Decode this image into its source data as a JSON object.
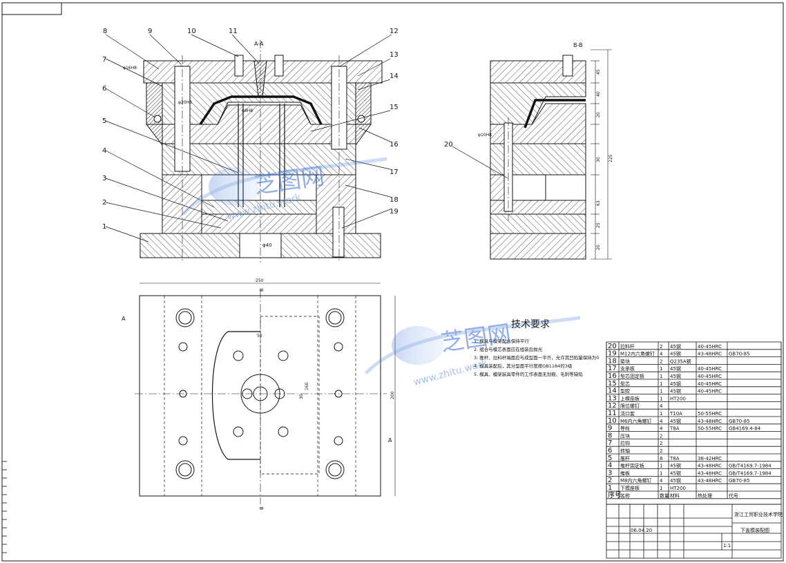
{
  "sections": {
    "a_a": "A-A",
    "b_b": "B-B",
    "a_left": "A",
    "a_right": "A",
    "b_top": "B",
    "b_bottom": "B"
  },
  "callouts": [
    "1",
    "2",
    "3",
    "4",
    "5",
    "6",
    "7",
    "8",
    "9",
    "10",
    "11",
    "12",
    "13",
    "14",
    "15",
    "16",
    "17",
    "18",
    "19",
    "20"
  ],
  "dims": {
    "d40": "φ40",
    "d20": "φ20H8",
    "d16": "φ16H8",
    "d8": "φ8H8",
    "d10": "φ10H8",
    "w250": "250",
    "h200": "200",
    "d50": "50",
    "d160": "160",
    "d30": "30",
    "d225": "225",
    "side_dims": [
      "45",
      "40",
      "20",
      "30",
      "63",
      "25",
      "20"
    ]
  },
  "tech": {
    "title": "技术要求",
    "items": [
      "1. 模具与模架配合保持平行",
      "2. 组合与模芯表面应在组装后抛光",
      "3. 推杆、拉料杆端面应与成型面一平齐，允许其凹陷量保持为0",
      "4. 模具装配后，其分型面平行度按GB1184的3级",
      "5. 模具、模架装具零件的工作表面无划痕、毛刺等缺陷"
    ]
  },
  "watermark": {
    "brand": "芝图网",
    "url": "www.zhitu.work"
  },
  "bom": {
    "rows": [
      [
        "20",
        "拉料杆",
        "2",
        "45钢",
        "40-45HRC",
        ""
      ],
      [
        "19",
        "M12内六角螺钉",
        "4",
        "45钢",
        "43-48HRC",
        "GB70-85"
      ],
      [
        "18",
        "垫块",
        "2",
        "Q235A钢",
        "",
        ""
      ],
      [
        "17",
        "支承板",
        "1",
        "45钢",
        "40-45HRC",
        ""
      ],
      [
        "16",
        "型芯固定板",
        "1",
        "45钢",
        "40-45HRC",
        ""
      ],
      [
        "15",
        "型芯",
        "1",
        "45钢",
        "40-45HRC",
        ""
      ],
      [
        "14",
        "型腔",
        "1",
        "45钢",
        "40-45HRC",
        ""
      ],
      [
        "13",
        "上模座板",
        "1",
        "HT200",
        "",
        ""
      ],
      [
        "12",
        "限位螺钉",
        "4",
        "",
        "",
        ""
      ],
      [
        "11",
        "浇口套",
        "1",
        "T10A",
        "50-55HRC",
        ""
      ],
      [
        "10",
        "M6内六角螺钉",
        "4",
        "45钢",
        "43-48HRC",
        "GB70-85"
      ],
      [
        "9",
        "导柱",
        "4",
        "T8A",
        "50-55HRC",
        "GB4169.4-84"
      ],
      [
        "8",
        "压块",
        "2",
        "",
        "",
        ""
      ],
      [
        "7",
        "拉钩",
        "2",
        "",
        "",
        ""
      ],
      [
        "6",
        "转轴",
        "2",
        "",
        "",
        ""
      ],
      [
        "5",
        "推杆",
        "8",
        "T8A",
        "38-42HRC",
        ""
      ],
      [
        "4",
        "推杆固定板",
        "1",
        "45钢",
        "43-48HRC",
        "GB/T4169.7-1984"
      ],
      [
        "3",
        "推板",
        "1",
        "45钢",
        "43-48HRC",
        "GB/T4169.7-1984"
      ],
      [
        "2",
        "M8内六角螺钉",
        "4",
        "45钢",
        "43-48HRC",
        "GB70-85"
      ],
      [
        "1",
        "下模座板",
        "1",
        "HT200",
        "",
        ""
      ]
    ],
    "header": [
      "序号",
      "名称",
      "数量",
      "材料",
      "热处理",
      "代号"
    ],
    "school": "浙江工贸职业技术学院",
    "drawing_name": "下盖模装配图",
    "scale": "1:1",
    "date": "06.04.20"
  }
}
